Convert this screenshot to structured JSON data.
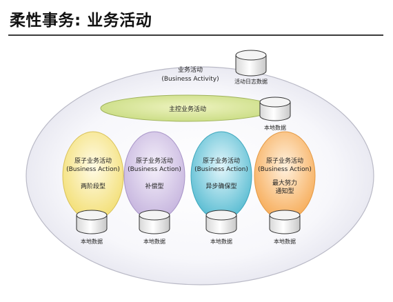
{
  "page": {
    "title": "柔性事务: 业务活动"
  },
  "diagram": {
    "activity": {
      "label_zh": "业务活动",
      "label_en": "(Business Activity)"
    },
    "log_db": {
      "label": "活动日志数据"
    },
    "main_activity": {
      "label": "主控业务活动",
      "db_label": "本地数据"
    },
    "actions": [
      {
        "label_zh": "原子业务活动",
        "label_en": "(Business Action)",
        "type_lines": [
          "两阶段型"
        ],
        "db_label": "本地数据",
        "color": "#f6e79a"
      },
      {
        "label_zh": "原子业务活动",
        "label_en": "(Business Action)",
        "type_lines": [
          "补偿型"
        ],
        "db_label": "本地数据",
        "color": "#d4c6e6"
      },
      {
        "label_zh": "原子业务活动",
        "label_en": "(Business Action)",
        "type_lines": [
          "异步确保型"
        ],
        "db_label": "本地数据",
        "color": "#7fcfe0"
      },
      {
        "label_zh": "原子业务活动",
        "label_en": "(Business Action)",
        "type_lines": [
          "最大努力",
          "通知型"
        ],
        "db_label": "本地数据",
        "color": "#f9c487"
      }
    ]
  }
}
